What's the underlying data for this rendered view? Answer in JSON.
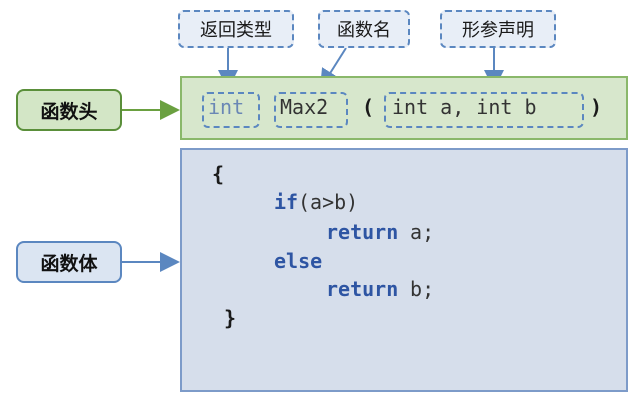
{
  "callouts": {
    "return_type": "返回类型",
    "func_name": "函数名",
    "param_decl": "形参声明"
  },
  "labels": {
    "head": "函数头",
    "body": "函数体"
  },
  "header_code": {
    "type": "int",
    "name": "Max2",
    "lparen": "(",
    "params": "int a, int b",
    "rparen": ")"
  },
  "body_code": {
    "open": "{",
    "if_kw": "if",
    "if_cond": "(a>b)",
    "ret1_kw": "return",
    "ret1_val": " a;",
    "else_kw": "else",
    "ret2_kw": "return",
    "ret2_val": " b;",
    "close": "}"
  },
  "colors": {
    "head_fill": "#d7e7cc",
    "body_fill": "#d6deeb",
    "keyword": "#2e55a3",
    "dash": "#5b87c0"
  }
}
